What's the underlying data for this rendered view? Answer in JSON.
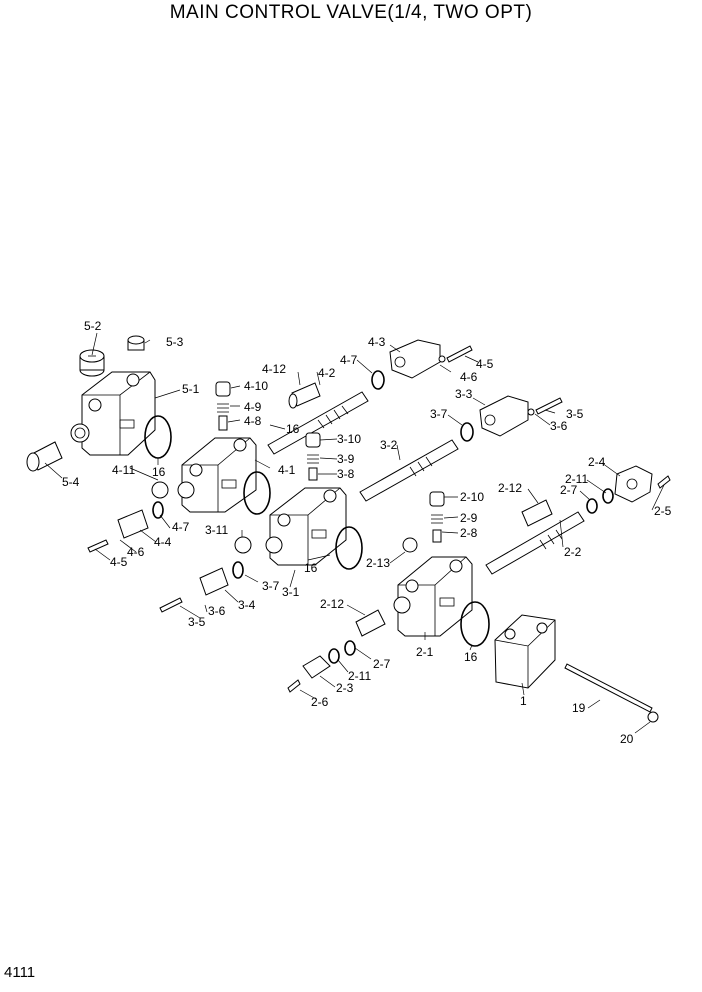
{
  "title": "MAIN CONTROL VALVE(1/4, TWO OPT)",
  "page_number": "4111",
  "callouts": {
    "c5_2": "5-2",
    "c5_3": "5-3",
    "c5_1": "5-1",
    "c5_4": "5-4",
    "c4_3": "4-3",
    "c4_7a": "4-7",
    "c4_5a": "4-5",
    "c4_6a": "4-6",
    "c4_12": "4-12",
    "c4_2": "4-2",
    "c4_10": "4-10",
    "c4_9": "4-9",
    "c4_8": "4-8",
    "c16a": "16",
    "c16b": "16",
    "c4_1": "4-1",
    "c4_11": "4-11",
    "c4_7b": "4-7",
    "c4_4": "4-4",
    "c4_6b": "4-6",
    "c4_5b": "4-5",
    "c3_3": "3-3",
    "c3_5a": "3-5",
    "c3_6a": "3-6",
    "c3_7a": "3-7",
    "c3_2": "3-2",
    "c3_10": "3-10",
    "c3_9": "3-9",
    "c3_8": "3-8",
    "c3_11": "3-11",
    "c16c": "16",
    "c3_7b": "3-7",
    "c3_1": "3-1",
    "c3_4": "3-4",
    "c3_6b": "3-6",
    "c3_5b": "3-5",
    "c2_4": "2-4",
    "c2_11a": "2-11",
    "c2_5": "2-5",
    "c2_12a": "2-12",
    "c2_7a": "2-7",
    "c2_10": "2-10",
    "c2_9": "2-9",
    "c2_8": "2-8",
    "c2_2": "2-2",
    "c2_13": "2-13",
    "c2_12b": "2-12",
    "c16d": "16",
    "c2_1": "2-1",
    "c2_7b": "2-7",
    "c2_11b": "2-11",
    "c2_3": "2-3",
    "c2_6": "2-6",
    "c1": "1",
    "c19": "19",
    "c20": "20"
  }
}
